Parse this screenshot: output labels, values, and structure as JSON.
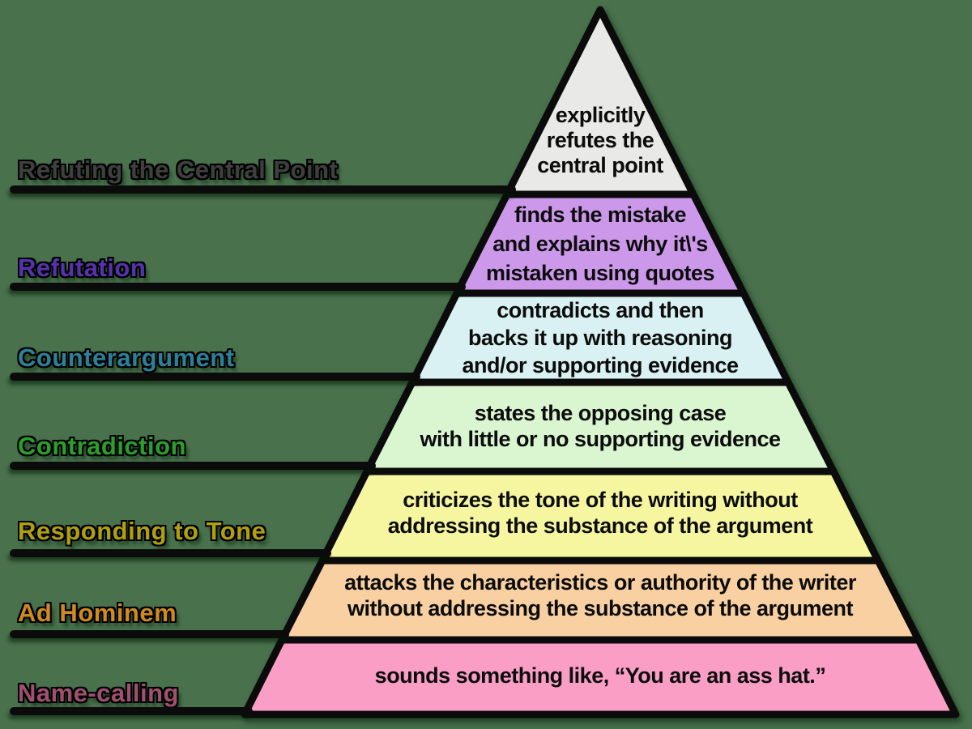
{
  "diagram": {
    "background_color": "#48714c",
    "outline_color": "#0b0b0b",
    "pyramid": {
      "levels": [
        {
          "name": "Refuting the Central Point",
          "label_color": "#3f3f3f",
          "fill": "#e9eae7",
          "description": "explicitly\nrefutes the\ncentral point"
        },
        {
          "name": "Refutation",
          "label_color": "#5633ad",
          "fill": "#cc99ea",
          "description": "finds the mistake\nand explains why it\\'s\nmistaken using quotes"
        },
        {
          "name": "Counterargument",
          "label_color": "#2d8099",
          "fill": "#d9f1f2",
          "description": "contradicts and then\nbacks it up with reasoning\nand/or supporting evidence"
        },
        {
          "name": "Contradiction",
          "label_color": "#2aa02a",
          "fill": "#d9f6d1",
          "description": "states the opposing case\nwith little or no supporting evidence"
        },
        {
          "name": "Responding to Tone",
          "label_color": "#b0a010",
          "fill": "#f6f6a1",
          "description": "criticizes the tone of the writing without\naddressing the substance of the argument"
        },
        {
          "name": "Ad Hominem",
          "label_color": "#cf8a20",
          "fill": "#f9d0a2",
          "description": "attacks the characteristics or authority of the writer\nwithout addressing the substance of the argument"
        },
        {
          "name": "Name-calling",
          "label_color": "#a05070",
          "fill": "#fa9ec6",
          "description": "sounds something like, “You are an ass hat.”"
        }
      ]
    }
  }
}
